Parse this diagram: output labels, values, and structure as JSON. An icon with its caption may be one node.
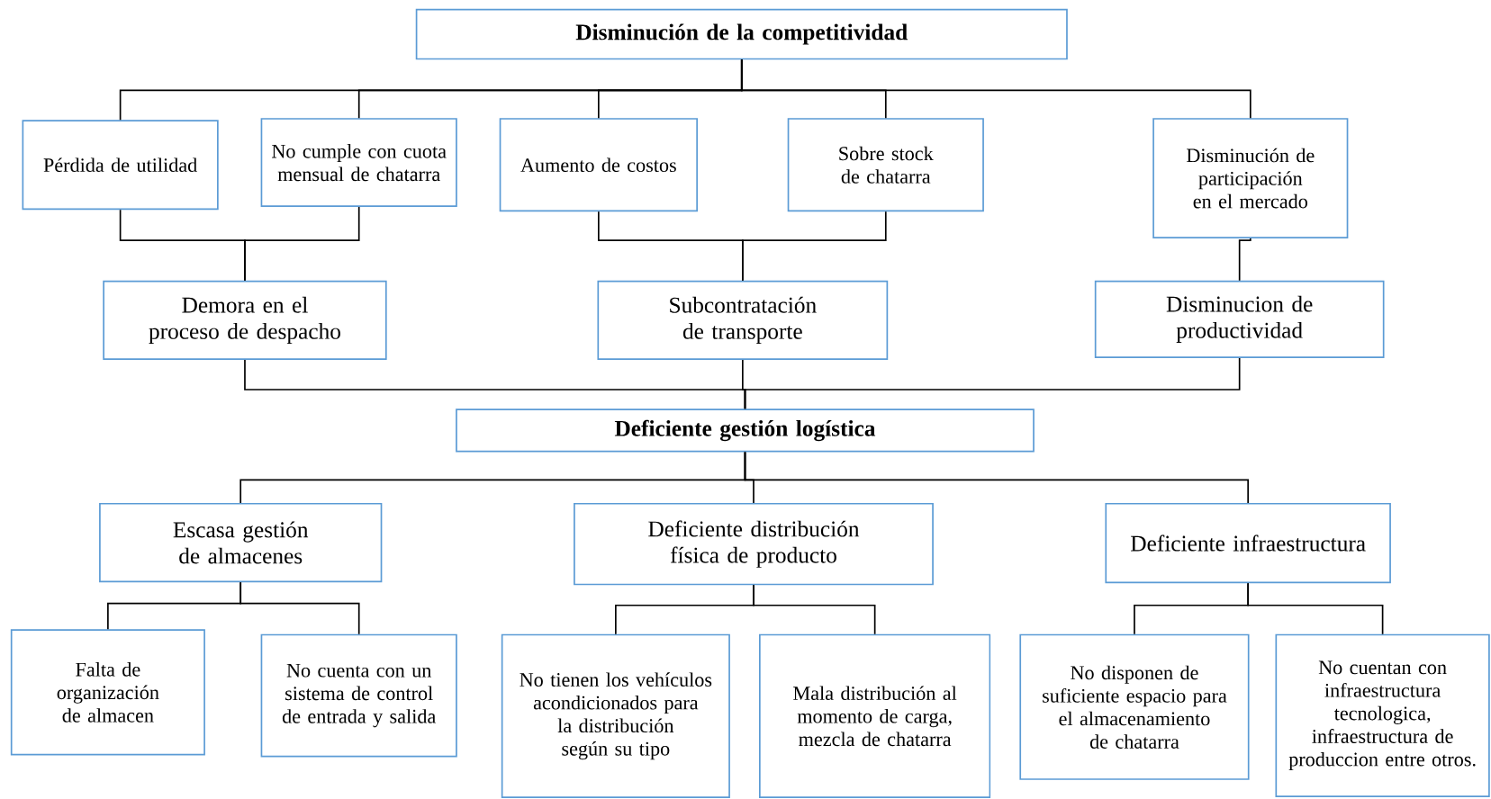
{
  "diagram": {
    "nodes": [
      {
        "text": [
          "Disminución de la competitividad"
        ]
      },
      {
        "text": [
          "Pérdida de utilidad"
        ]
      },
      {
        "text": [
          "No cumple con cuota mensual de chatarra"
        ]
      },
      {
        "text": [
          "Aumento de costos"
        ]
      },
      {
        "text": [
          "Sobre stock de chatarra"
        ]
      },
      {
        "text": [
          "Disminución de participación en el mercado"
        ]
      },
      {
        "text": [
          "Demora en el proceso de despacho"
        ]
      },
      {
        "text": [
          "Subcontratación de transporte"
        ]
      },
      {
        "text": [
          "Disminucion de productividad"
        ]
      },
      {
        "text": [
          "Deficiente gestión logística"
        ]
      },
      {
        "text": [
          "Escasa gestión de almacenes"
        ]
      },
      {
        "text": [
          "Deficiente distribución física de producto"
        ]
      },
      {
        "text": [
          "Deficiente infraestructura"
        ]
      },
      {
        "text": [
          "Falta de organización de almacen"
        ]
      },
      {
        "text": [
          "No cuenta con un sistema de control de entrada y salida"
        ]
      },
      {
        "text": [
          "No tienen los vehículos acondicionados para la distribución según su tipo"
        ]
      },
      {
        "text": [
          "Mala distribución al momento de carga, mezcla de chatarra"
        ]
      },
      {
        "text": [
          "No disponen de suficiente espacio para el almacenamiento de chatarra"
        ]
      },
      {
        "text": [
          "No cuentan con infraestructura tecnologica, infraestructura de produccion entre otros."
        ]
      }
    ],
    "edges": [
      {
        "from": 0,
        "to": 1,
        "arrow": "none"
      },
      {
        "from": 0,
        "to": 2,
        "arrow": "none"
      },
      {
        "from": 0,
        "to": 3,
        "arrow": "none"
      },
      {
        "from": 0,
        "to": 4,
        "arrow": "none"
      },
      {
        "from": 0,
        "to": 5,
        "arrow": "none"
      },
      {
        "from": 1,
        "to": 6,
        "arrow": "none"
      },
      {
        "from": 2,
        "to": 6,
        "arrow": "none"
      },
      {
        "from": 3,
        "to": 7,
        "arrow": "none"
      },
      {
        "from": 4,
        "to": 7,
        "arrow": "none"
      },
      {
        "from": 5,
        "to": 8,
        "arrow": "none"
      },
      {
        "from": 6,
        "to": 9,
        "arrow": "none"
      },
      {
        "from": 7,
        "to": 9,
        "arrow": "none"
      },
      {
        "from": 8,
        "to": 9,
        "arrow": "none"
      },
      {
        "from": 9,
        "to": 10,
        "arrow": "none"
      },
      {
        "from": 9,
        "to": 11,
        "arrow": "none"
      },
      {
        "from": 9,
        "to": 12,
        "arrow": "none"
      },
      {
        "from": 10,
        "to": 13,
        "arrow": "none"
      },
      {
        "from": 10,
        "to": 14,
        "arrow": "none"
      },
      {
        "from": 11,
        "to": 15,
        "arrow": "none"
      },
      {
        "from": 11,
        "to": 16,
        "arrow": "none"
      },
      {
        "from": 12,
        "to": 17,
        "arrow": "none"
      },
      {
        "from": 12,
        "to": 18,
        "arrow": "none"
      }
    ]
  }
}
